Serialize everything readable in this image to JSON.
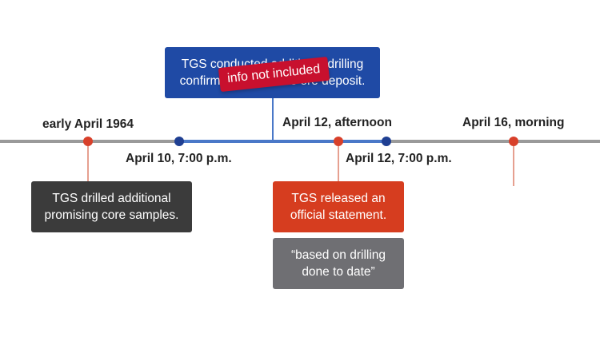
{
  "events": {
    "early_april": {
      "date": "early April 1964",
      "text_lines": [
        "TGS drilled additional",
        "promising core samples."
      ]
    },
    "april10": {
      "date": "April 10, 7:00 p.m."
    },
    "april12_afternoon": {
      "date": "April 12, afternoon",
      "text_lines": [
        "TGS released an",
        "official statement."
      ],
      "quote_lines": [
        "“based on drilling",
        "done to date”"
      ]
    },
    "april12_evening": {
      "date": "April 12, 7:00 p.m."
    },
    "april16": {
      "date": "April 16, morning"
    }
  },
  "top_box": {
    "text_lines": [
      "TGS conducted additional drilling",
      "confirming a valuable ore deposit."
    ]
  },
  "stamp": {
    "text": "info not included"
  },
  "colors": {
    "timeline": "#9a9a9a",
    "highlight_segment": "#4a78c8",
    "red_marker": "#d8402a",
    "blue_marker": "#1f3f92",
    "dark_box": "#3b3b3b",
    "orange_box": "#d63d1f",
    "gray_box": "#6f6f73",
    "blue_box": "#1f4aa5",
    "stamp": "#c8102e"
  }
}
